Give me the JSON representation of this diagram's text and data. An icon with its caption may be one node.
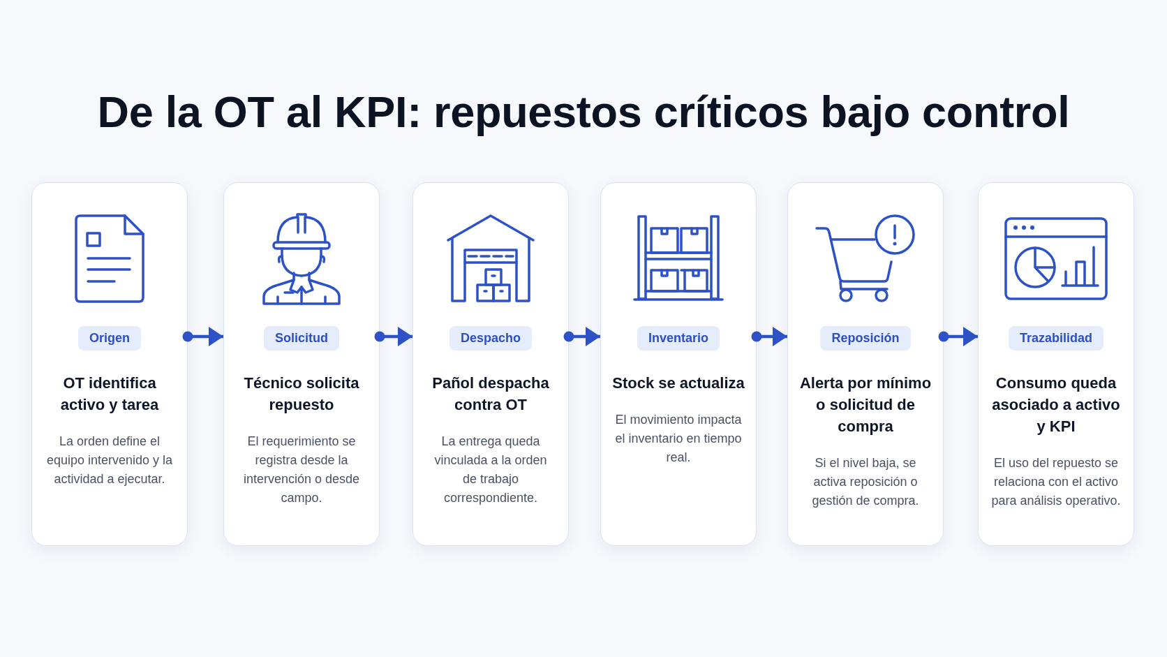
{
  "diagram": {
    "title": "De la OT al KPI: repuestos críticos bajo control",
    "nodes": [
      {
        "text": [
          "OT identifica activo y tarea",
          "La orden define el equipo intervenido y la actividad a ejecutar."
        ]
      },
      {
        "text": [
          "Origen"
        ],
        "in": 0
      },
      {
        "text": [
          "Técnico solicita repuesto",
          "El requerimiento se registra desde la intervención o desde campo."
        ]
      },
      {
        "text": [
          "Solicitud"
        ],
        "in": 2
      },
      {
        "text": [
          "Pañol despacha contra OT",
          "La entrega queda vinculada a la orden de trabajo correspondiente."
        ]
      },
      {
        "text": [
          "Despacho"
        ],
        "in": 4
      },
      {
        "text": [
          "Stock se actualiza",
          "El movimiento impacta el inventario en tiempo real."
        ]
      },
      {
        "text": [
          "Inventario"
        ],
        "in": 6
      },
      {
        "text": [
          "Alerta por mínimo o solicitud de compra",
          "Si el nivel baja, se activa reposición o gestión de compra."
        ]
      },
      {
        "text": [
          "Reposición"
        ],
        "in": 8
      },
      {
        "text": [
          "Consumo queda asociado a activo y KPI",
          "El uso del repuesto se relaciona con el activo para análisis operativo."
        ]
      },
      {
        "text": [
          "Trazabilidad"
        ],
        "in": 10
      }
    ],
    "edges": [
      {
        "from": 0,
        "to": 2,
        "arrow": "to"
      },
      {
        "from": 2,
        "to": 4,
        "arrow": "to"
      },
      {
        "from": 4,
        "to": 6,
        "arrow": "to"
      },
      {
        "from": 6,
        "to": 8,
        "arrow": "to"
      },
      {
        "from": 8,
        "to": 10,
        "arrow": "to"
      }
    ]
  }
}
